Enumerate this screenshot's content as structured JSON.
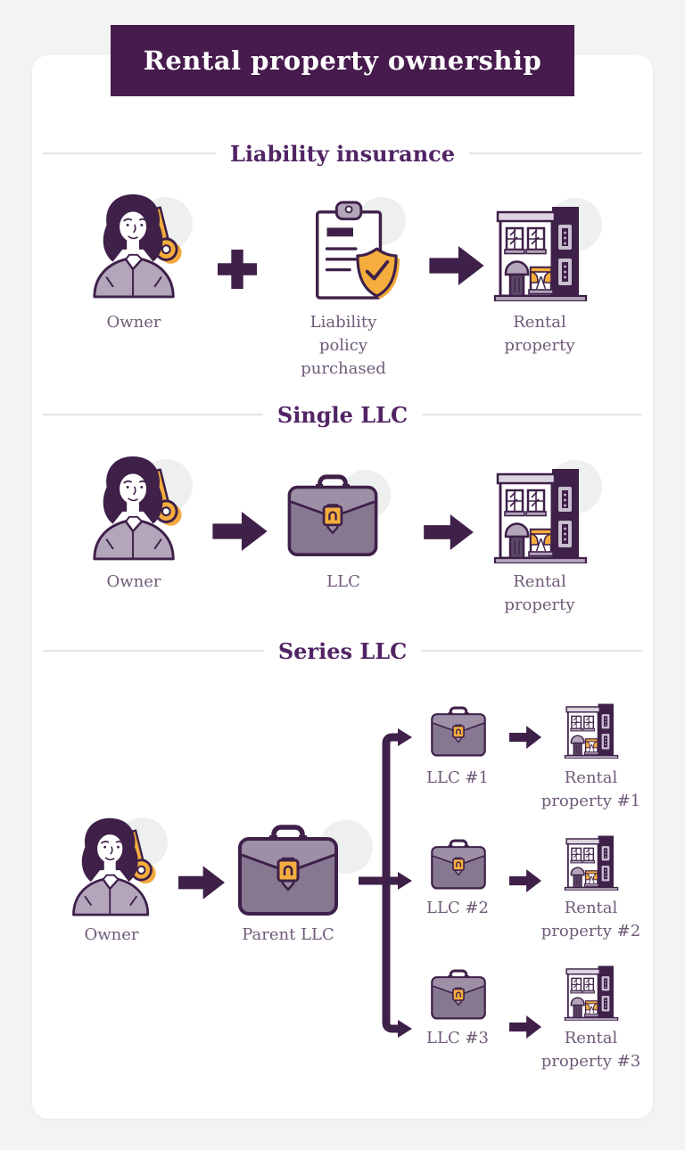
{
  "title": "Rental property ownership",
  "sections": {
    "liability": {
      "heading": "Liability insurance",
      "owner_label": "Owner",
      "policy_label": "Liability policy purchased",
      "property_label": "Rental property"
    },
    "single": {
      "heading": "Single LLC",
      "owner_label": "Owner",
      "llc_label": "LLC",
      "property_label": "Rental property"
    },
    "series": {
      "heading": "Series LLC",
      "owner_label": "Owner",
      "parent_label": "Parent LLC",
      "branches": [
        {
          "llc": "LLC #1",
          "property": "Rental property #1"
        },
        {
          "llc": "LLC #2",
          "property": "Rental property #2"
        },
        {
          "llc": "LLC #3",
          "property": "Rental property #3"
        }
      ]
    }
  },
  "icons": {
    "owner": "person-with-key-icon",
    "policy": "clipboard-shield-check-icon",
    "llc": "briefcase-icon",
    "property": "townhouse-building-icon",
    "plus": "plus-icon",
    "arrow": "arrow-right-icon"
  },
  "colors": {
    "background": "#F2F4F3",
    "card": "#FFFFFF",
    "banner_purple": "#471B4E",
    "heading_purple": "#522465",
    "label_purple_gray": "#6F5B78",
    "icon_dark_purple": "#3E2049",
    "icon_light_purple": "#B3A6BA",
    "briefcase_body": "#877891",
    "accent_gold": "#F5AE3D",
    "divider_gray": "#E3E5E4",
    "bubble_gray": "#EDF0EF"
  }
}
